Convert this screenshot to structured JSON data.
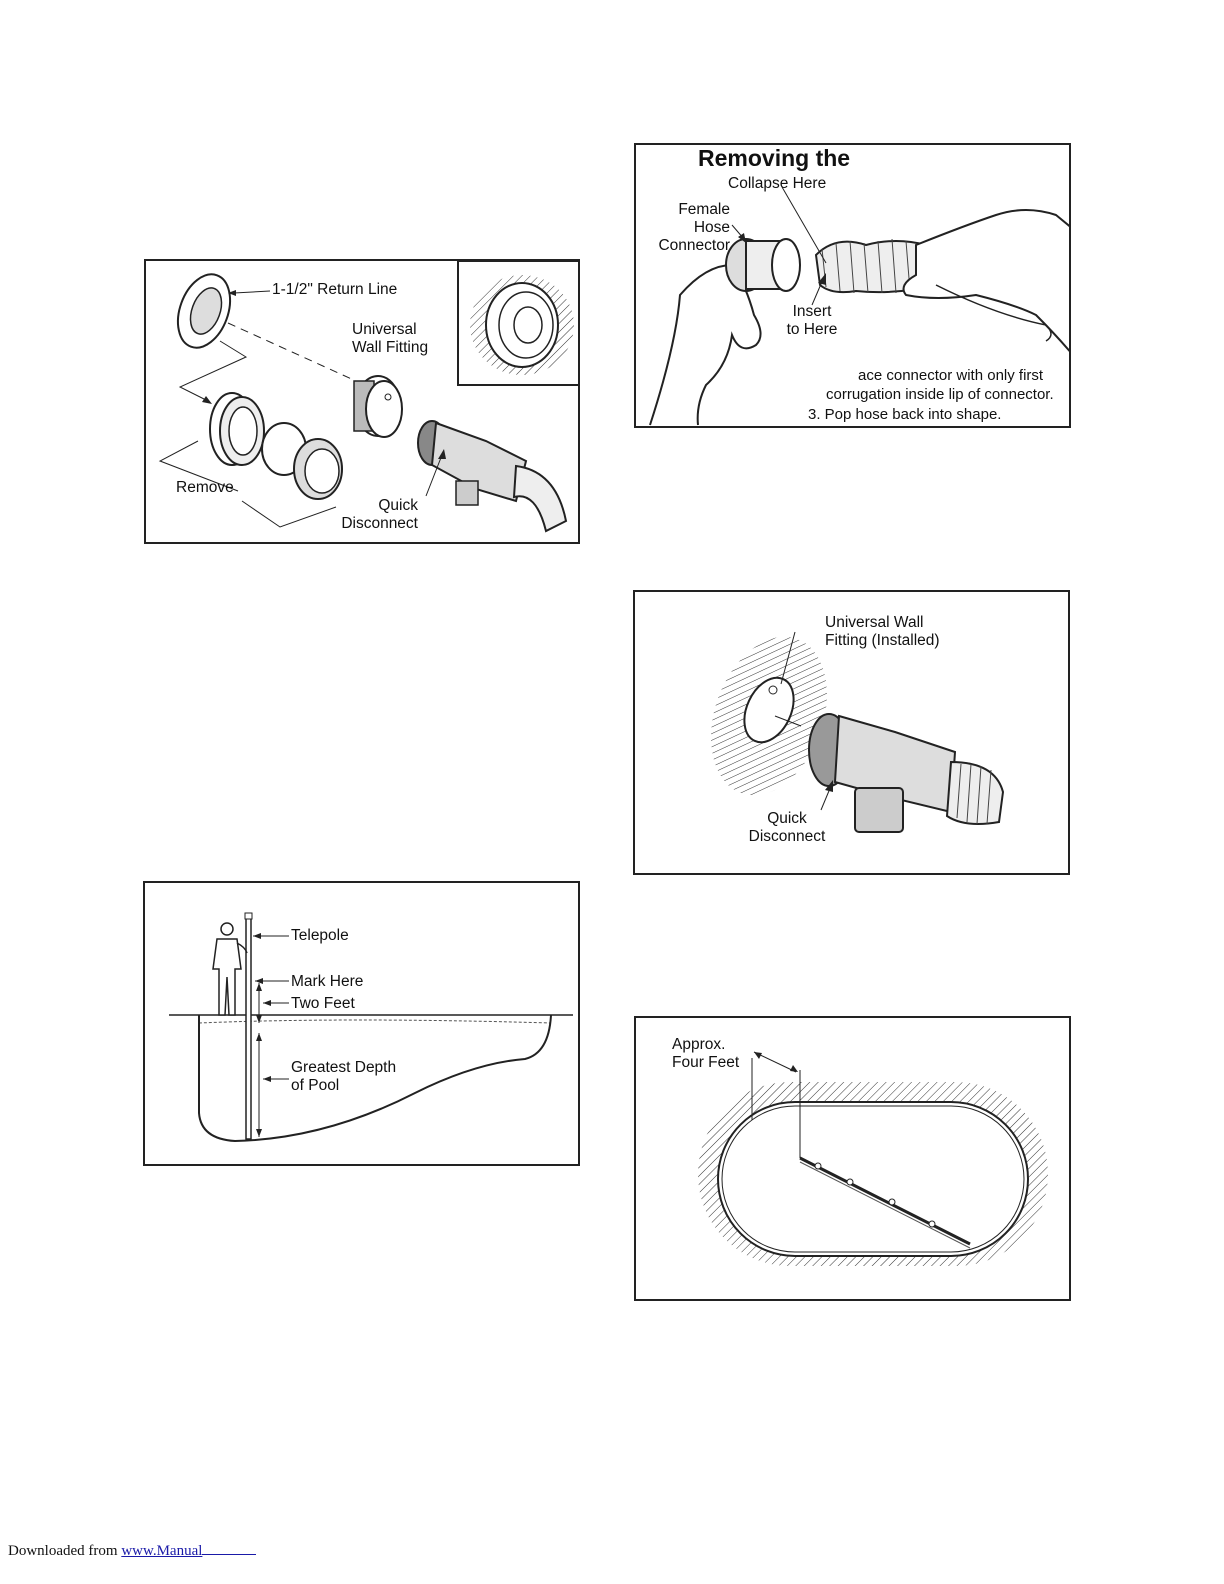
{
  "figures": {
    "wall_fitting": {
      "return_line": "1-1/2\" Return Line",
      "universal_wall_fitting": "Universal\nWall Fitting",
      "remove": "Remove",
      "quick_disconnect": "Quick\nDisconnect"
    },
    "removing_hose": {
      "title": "Removing the",
      "collapse_here": "Collapse Here",
      "female_hose_connector": "Female\nHose\nConnector",
      "insert_to_here": "Insert\nto Here",
      "step2_line1": "ace connector with only first",
      "step2_line2": "corrugation inside lip of connector.",
      "step3": "3. Pop hose back into shape."
    },
    "installed": {
      "universal_wall_fitting": "Universal Wall\nFitting (Installed)",
      "quick_disconnect": "Quick\nDisconnect"
    },
    "depth": {
      "telepole": "Telepole",
      "mark_here": "Mark Here",
      "two_feet": "Two Feet",
      "greatest_depth": "Greatest Depth\nof Pool"
    },
    "pool_top": {
      "approx_four_feet": "Approx.\nFour Feet"
    }
  },
  "footer": {
    "prefix": "Downloaded from ",
    "link": "www.Manual"
  }
}
